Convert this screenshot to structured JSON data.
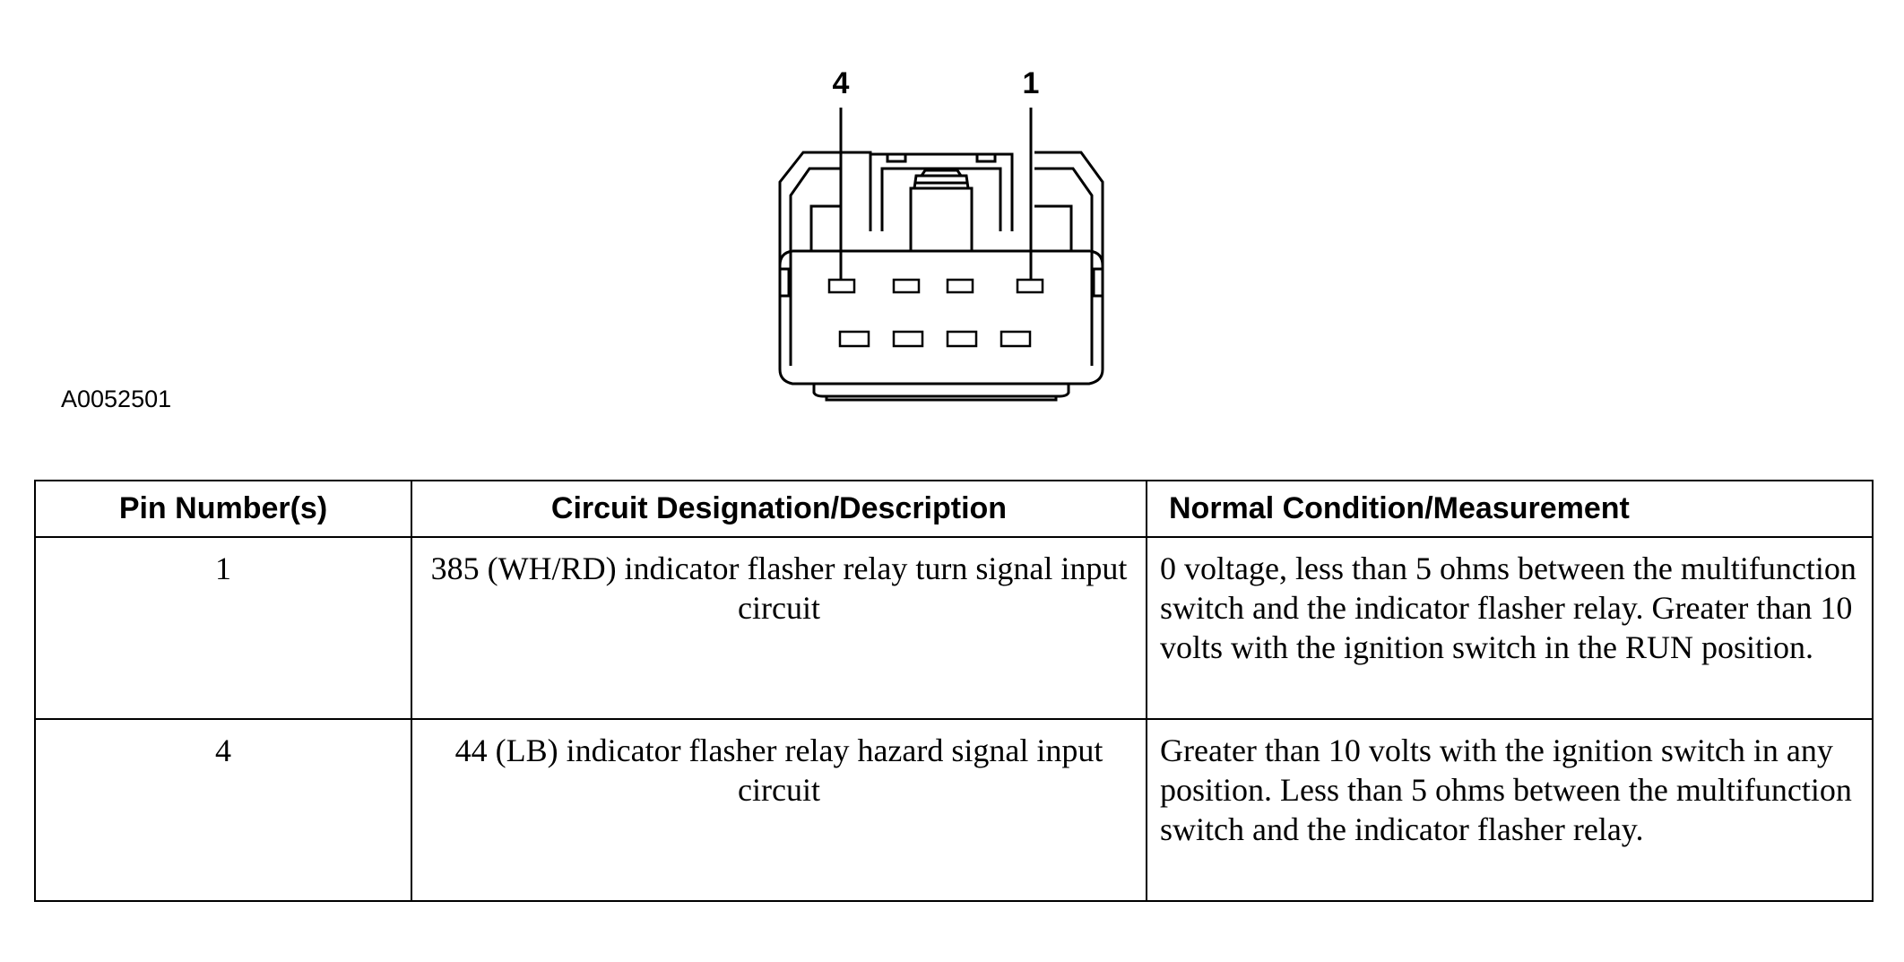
{
  "diagram": {
    "figure_id": "A0052501",
    "pin_labels": {
      "left": "4",
      "right": "1"
    }
  },
  "table": {
    "headers": [
      "Pin Number(s)",
      "Circuit Designation/Description",
      "Normal Condition/Measurement"
    ],
    "rows": [
      {
        "pin": "1",
        "circuit": "385 (WH/RD) indicator flasher relay turn signal input circuit",
        "condition": "0 voltage, less than 5 ohms between the multifunction switch and the indicator flasher relay. Greater than 10 volts with the ignition switch in the RUN position."
      },
      {
        "pin": "4",
        "circuit": "44 (LB) indicator flasher relay hazard signal input circuit",
        "condition": "Greater than 10 volts with the ignition switch in any position. Less than 5 ohms between the multifunction switch and the indicator flasher relay."
      }
    ]
  }
}
